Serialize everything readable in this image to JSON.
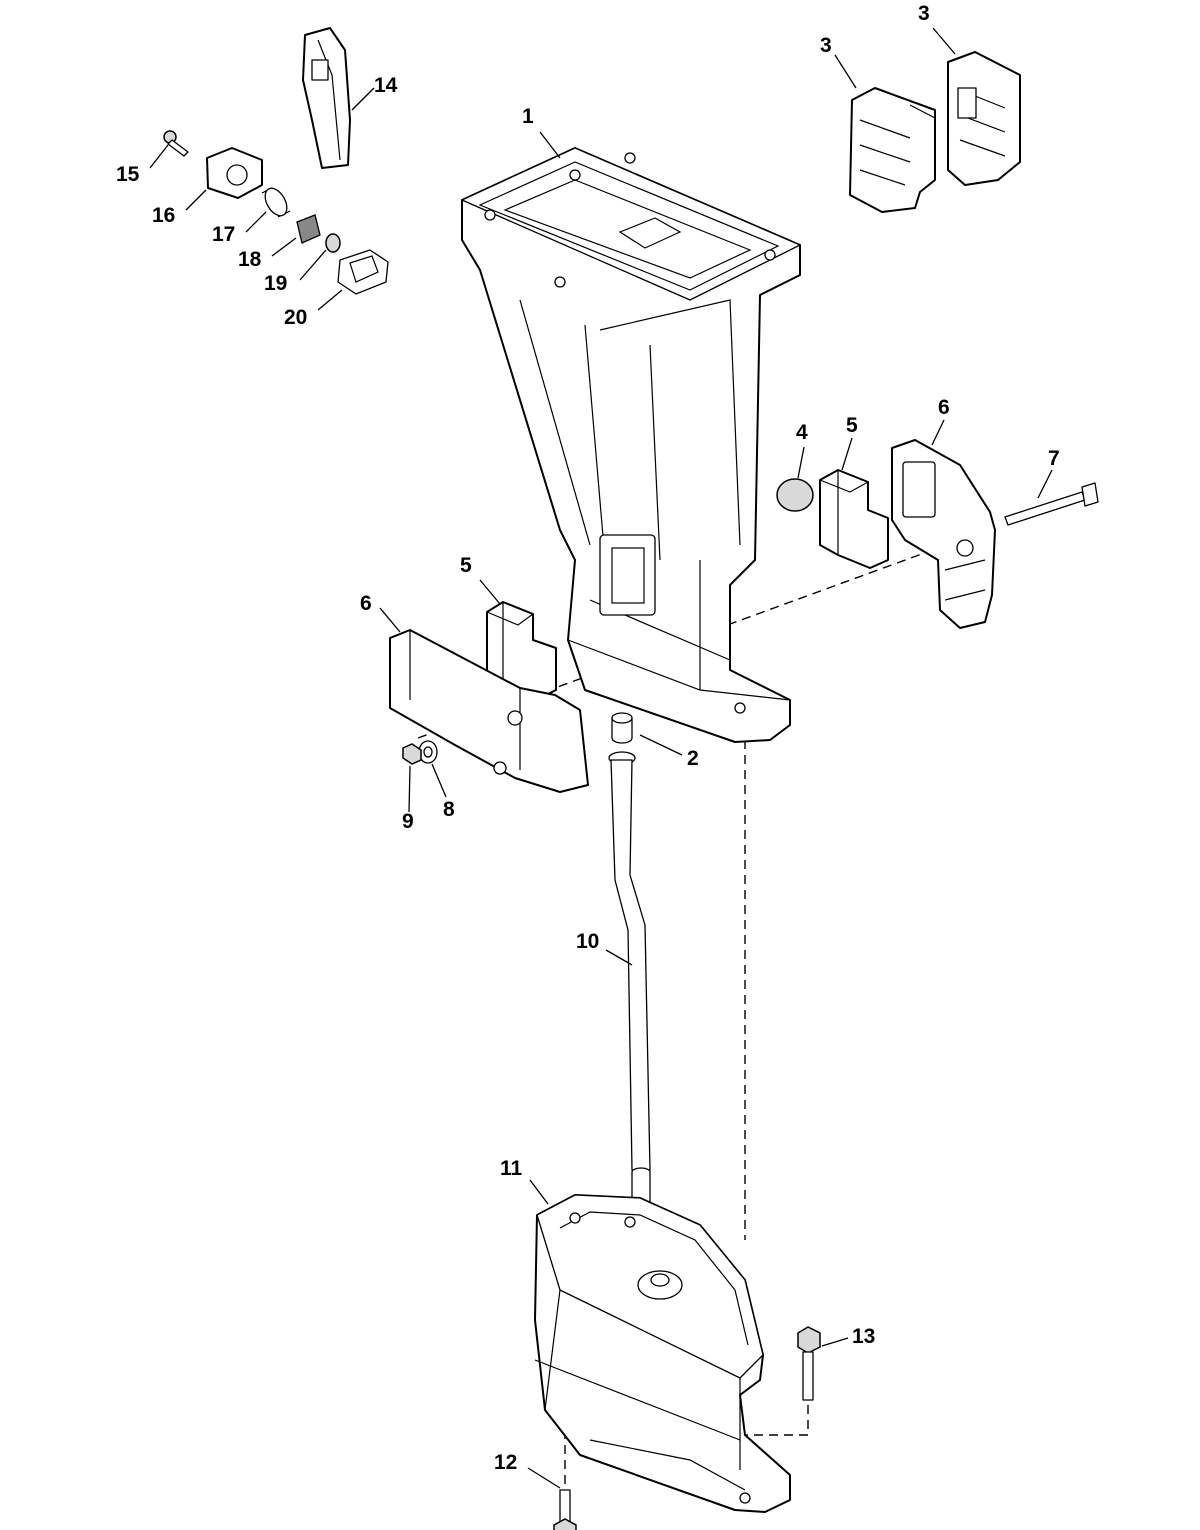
{
  "callouts": {
    "c1": "1",
    "c2": "2",
    "c3a": "3",
    "c3b": "3",
    "c4": "4",
    "c5a": "5",
    "c5b": "5",
    "c6a": "6",
    "c6b": "6",
    "c7": "7",
    "c8": "8",
    "c9": "9",
    "c10": "10",
    "c11": "11",
    "c12": "12",
    "c13": "13",
    "c14": "14",
    "c15": "15",
    "c16": "16",
    "c17": "17",
    "c18": "18",
    "c19": "19",
    "c20": "20"
  }
}
